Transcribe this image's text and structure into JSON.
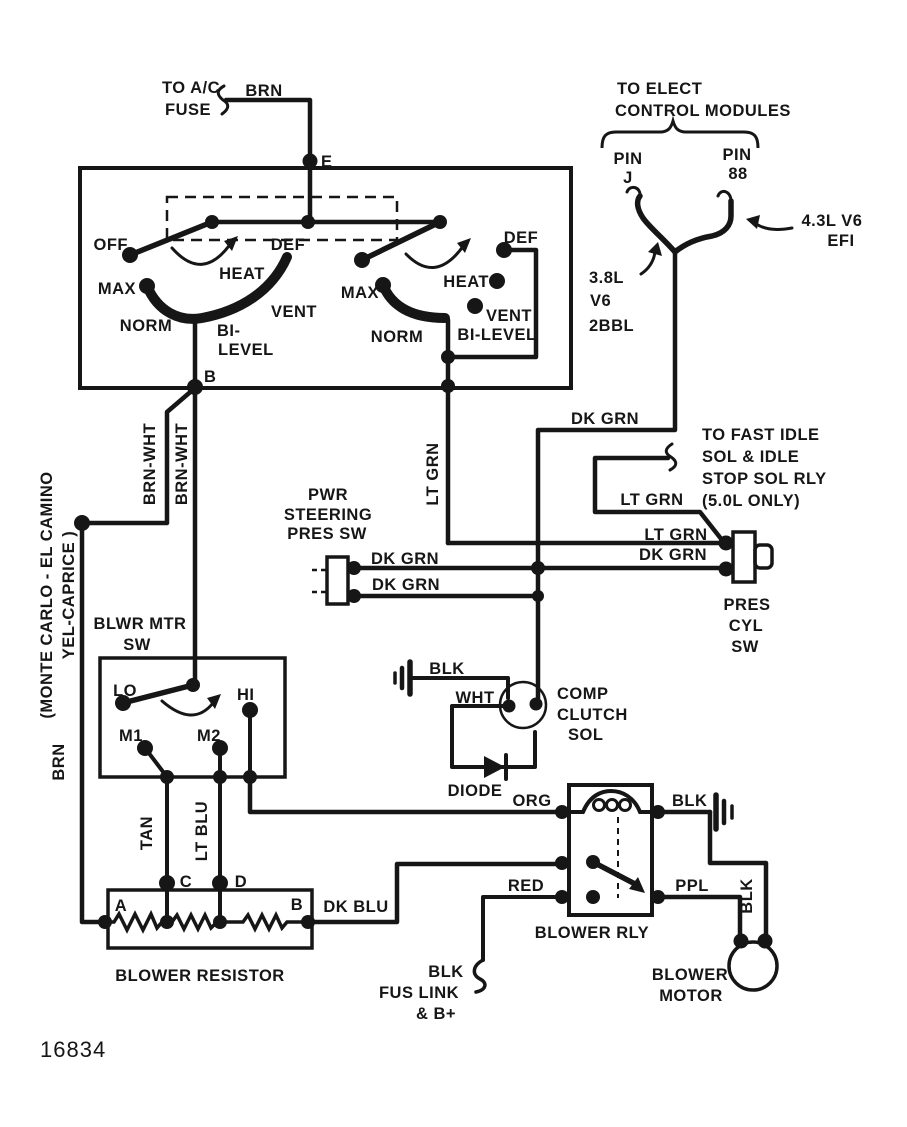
{
  "figure_number": "16834",
  "colors": {
    "ink": "#161616",
    "background": "#ffffff"
  },
  "ac_fuse": {
    "line1": "TO A/C",
    "line2": "FUSE",
    "wire": "BRN",
    "terminal_e": "E"
  },
  "ecm": {
    "title_line1": "TO ELECT",
    "title_line2": "CONTROL MODULES",
    "pin_left": "PIN",
    "pin_left_id": "J",
    "pin_right": "PIN",
    "pin_right_id": "88",
    "engine_43_line1": "4.3L V6",
    "engine_43_line2": "EFI",
    "engine_38_line1": "3.8L",
    "engine_38_line2": "V6",
    "engine_38_line3": "2BBL"
  },
  "selector": {
    "left": {
      "off": "OFF",
      "def": "DEF",
      "heat": "HEAT",
      "max": "MAX",
      "vent": "VENT",
      "norm": "NORM",
      "bi_line1": "BI-",
      "bi_line2": "LEVEL",
      "terminal_b": "B"
    },
    "right": {
      "def": "DEF",
      "heat": "HEAT",
      "max": "MAX",
      "vent": "VENT",
      "norm": "NORM",
      "bi_level": "BI-LEVEL"
    }
  },
  "left_note": {
    "line1": "(MONTE CARLO - EL CAMINO",
    "line2": "YEL-CAPRICE )"
  },
  "fast_idle_note": {
    "line1": "TO FAST IDLE",
    "line2": "SOL & IDLE",
    "line3": "STOP SOL RLY",
    "line4": "(5.0L ONLY)"
  },
  "wires": {
    "brn_wht_left": "BRN-WHT",
    "brn_wht_right": "BRN-WHT",
    "brn_left": "BRN",
    "lt_grn_vertical": "LT GRN",
    "dk_grn_top": "DK GRN",
    "lt_grn_branch": "LT GRN",
    "lt_grn_pres": "LT GRN",
    "dk_grn_upper": "DK GRN",
    "dk_grn_lower": "DK GRN",
    "dk_grn_pres": "DK GRN",
    "tan": "TAN",
    "lt_blu": "LT BLU",
    "dk_blu": "DK BLU",
    "org": "ORG",
    "blk_relay": "BLK",
    "ppl": "PPL",
    "blk_motor": "BLK",
    "red": "RED",
    "wht": "WHT",
    "blk_sol": "BLK"
  },
  "pwr_steering": {
    "line1": "PWR",
    "line2": "STEERING",
    "line3": "PRES SW"
  },
  "pres_cyl_sw": {
    "line1": "PRES",
    "line2": "CYL",
    "line3": "SW"
  },
  "comp_clutch_sol": {
    "line1": "COMP",
    "line2": "CLUTCH",
    "line3": "SOL"
  },
  "diode_label": "DIODE",
  "blower_switch": {
    "title_line1": "BLWR MTR",
    "title_line2": "SW",
    "lo": "LO",
    "hi": "HI",
    "m1": "M1",
    "m2": "M2"
  },
  "blower_resistor": {
    "title": "BLOWER RESISTOR",
    "term_a": "A",
    "term_b": "B",
    "term_c": "C",
    "term_d": "D"
  },
  "blower_relay": {
    "title": "BLOWER RLY"
  },
  "blower_motor": {
    "title_line1": "BLOWER",
    "title_line2": "MOTOR"
  },
  "fusible_link": {
    "line1": "BLK",
    "line2": "FUS LINK",
    "line3": "& B+"
  }
}
